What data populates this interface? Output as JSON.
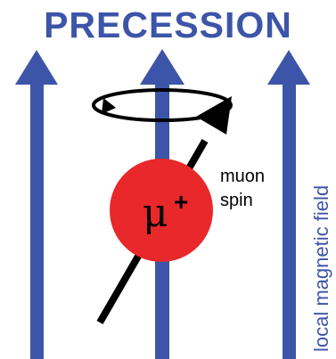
{
  "title": "PRECESSION",
  "field_label": "local magnetic field",
  "spin_label_line1": "muon",
  "spin_label_line2": "spin",
  "particle_symbol": "μ",
  "particle_charge": "+",
  "colors": {
    "arrow_blue": "#3d55a8",
    "particle_red": "#e8282b",
    "spin_black": "#000000",
    "title_blue": "#3d55a8"
  }
}
